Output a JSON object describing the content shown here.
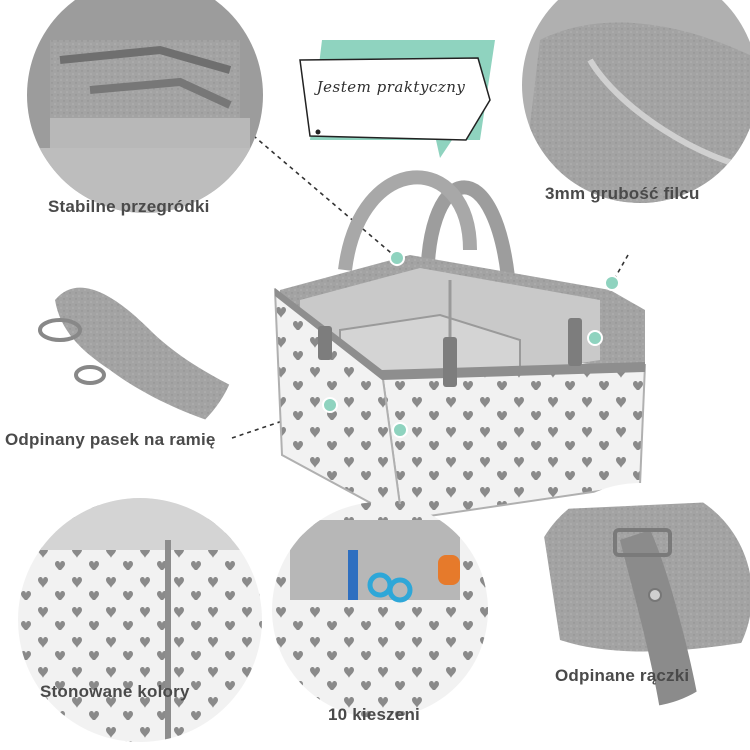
{
  "bubble": {
    "text": "Jestem praktyczny"
  },
  "features": {
    "dividers": "Stabilne przegródki",
    "felt": "3mm grubość filcu",
    "strap": "Odpinany pasek na ramię",
    "colors": "Stonowane kolory",
    "pockets": "10 kieszeni",
    "handles": "Odpinane rączki"
  },
  "colors": {
    "accent": "#8fd3bf",
    "felt": "#9e9e9e",
    "felt_dark": "#7d7d7d",
    "heart": "#8a8a8a",
    "label": "#4a4a4a"
  }
}
